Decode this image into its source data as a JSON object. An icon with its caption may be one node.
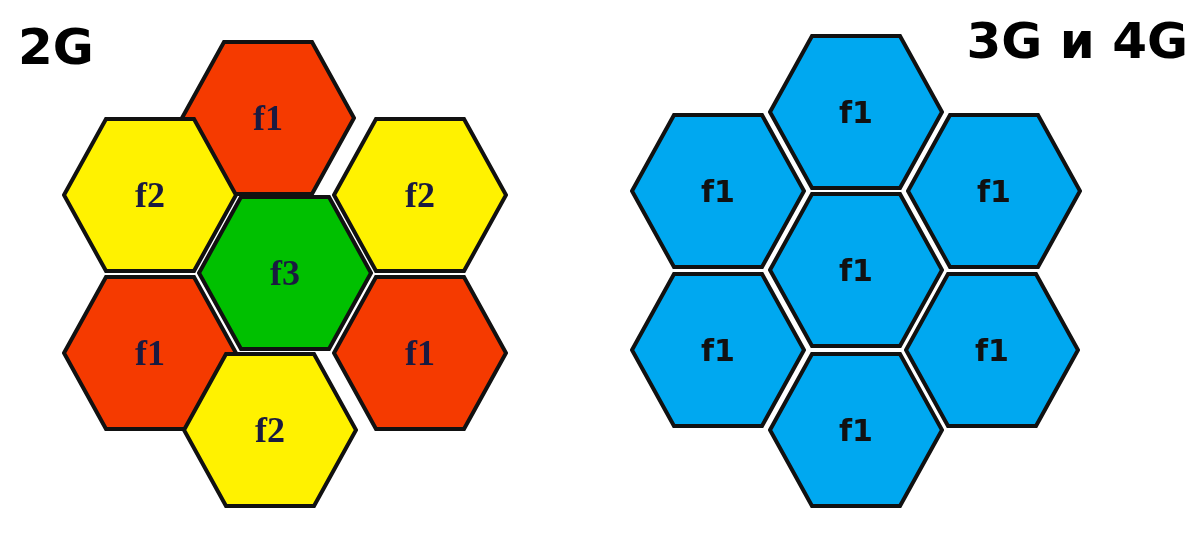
{
  "diagram": {
    "nodes": [
      {
        "text": [
          "f1"
        ]
      },
      {
        "text": [
          "f2"
        ]
      },
      {
        "text": [
          "f2"
        ]
      },
      {
        "text": [
          "f3"
        ]
      },
      {
        "text": [
          "f1"
        ]
      },
      {
        "text": [
          "f1"
        ]
      },
      {
        "text": [
          "f2"
        ]
      },
      {
        "text": [
          "f1"
        ]
      },
      {
        "text": [
          "f1"
        ]
      },
      {
        "text": [
          "f1"
        ]
      },
      {
        "text": [
          "f1"
        ]
      },
      {
        "text": [
          "f1"
        ]
      },
      {
        "text": [
          "f1"
        ]
      },
      {
        "text": [
          "f1"
        ]
      }
    ],
    "labels": [
      "2G",
      "3G и 4G"
    ]
  }
}
